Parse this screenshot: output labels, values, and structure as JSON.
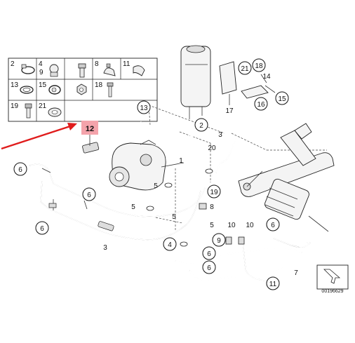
{
  "grid_labels": [
    "2",
    "4",
    "8",
    "11",
    "13",
    "15",
    "18",
    "19",
    "21"
  ],
  "callouts": {
    "c1": "1",
    "c2": "2",
    "c3a": "3",
    "c3b": "3",
    "c4": "4",
    "c5a": "5",
    "c5b": "5",
    "c5c": "5",
    "c5d": "5",
    "c6a": "6",
    "c6b": "6",
    "c6c": "6",
    "c6d": "6",
    "c6e": "6",
    "c6f": "6",
    "c7": "7",
    "c8": "8",
    "c9": "9",
    "c10a": "10",
    "c10b": "10",
    "c11": "11",
    "c12": "12",
    "c13": "13",
    "c14": "14",
    "c15": "15",
    "c16": "16",
    "c17": "17",
    "c18": "18",
    "c19": "19",
    "c20": "20",
    "c21": "21"
  },
  "highlight_color": "#f4a3ab",
  "arrow_color": "#e01c1c",
  "diagram_code": "00196629"
}
